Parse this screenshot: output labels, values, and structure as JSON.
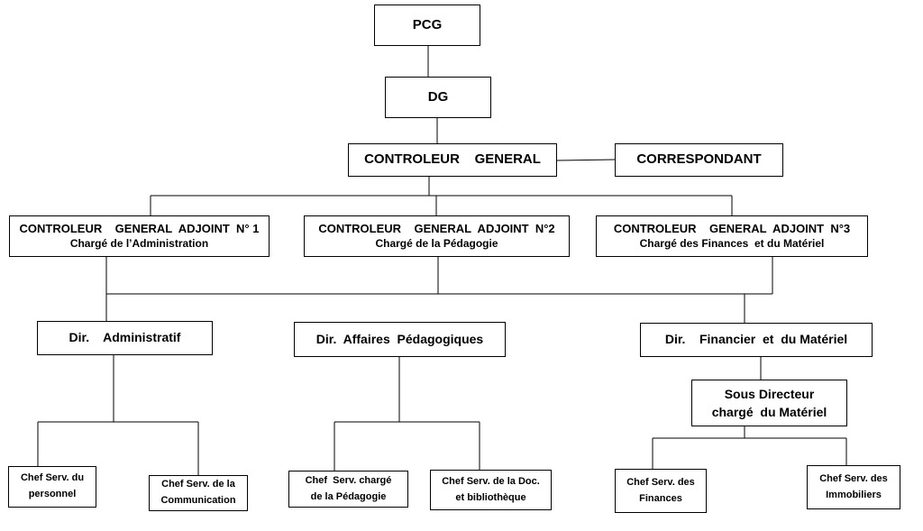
{
  "chart": {
    "nodes": {
      "pcg": {
        "line1": "PCG",
        "line2": ""
      },
      "dg": {
        "line1": "DG",
        "line2": ""
      },
      "cg": {
        "line1": "CONTROLEUR    GENERAL",
        "line2": ""
      },
      "corr": {
        "line1": "CORRESPONDANT",
        "line2": ""
      },
      "cga1": {
        "line1": "CONTROLEUR    GENERAL  ADJOINT  N° 1",
        "line2": "Chargé de l’Administration"
      },
      "cga2": {
        "line1": "CONTROLEUR    GENERAL  ADJOINT  N°2",
        "line2": "Chargé de la Pédagogie"
      },
      "cga3": {
        "line1": "CONTROLEUR    GENERAL  ADJOINT  N°3",
        "line2": "Chargé des Finances  et du Matériel"
      },
      "dir_admin": {
        "line1": "Dir.    Administratif",
        "line2": ""
      },
      "dir_peda": {
        "line1": "Dir.  Affaires  Pédagogiques",
        "line2": ""
      },
      "dir_fin": {
        "line1": "Dir.    Financier  et  du Matériel",
        "line2": ""
      },
      "sous_dir": {
        "line1": "Sous Directeur",
        "line2": "chargé  du Matériel"
      },
      "chef_pers": {
        "line1": "Chef Serv. du",
        "line2": "personnel"
      },
      "chef_comm": {
        "line1": "Chef Serv. de la",
        "line2": "Communication"
      },
      "chef_peda": {
        "line1": "Chef  Serv. chargé",
        "line2": "de la Pédagogie"
      },
      "chef_doc": {
        "line1": "Chef Serv. de la Doc.",
        "line2": "et bibliothèque"
      },
      "chef_fin": {
        "line1": "Chef Serv. des",
        "line2": "Finances"
      },
      "chef_immo": {
        "line1": "Chef Serv. des",
        "line2": "Immobiliers"
      }
    }
  }
}
